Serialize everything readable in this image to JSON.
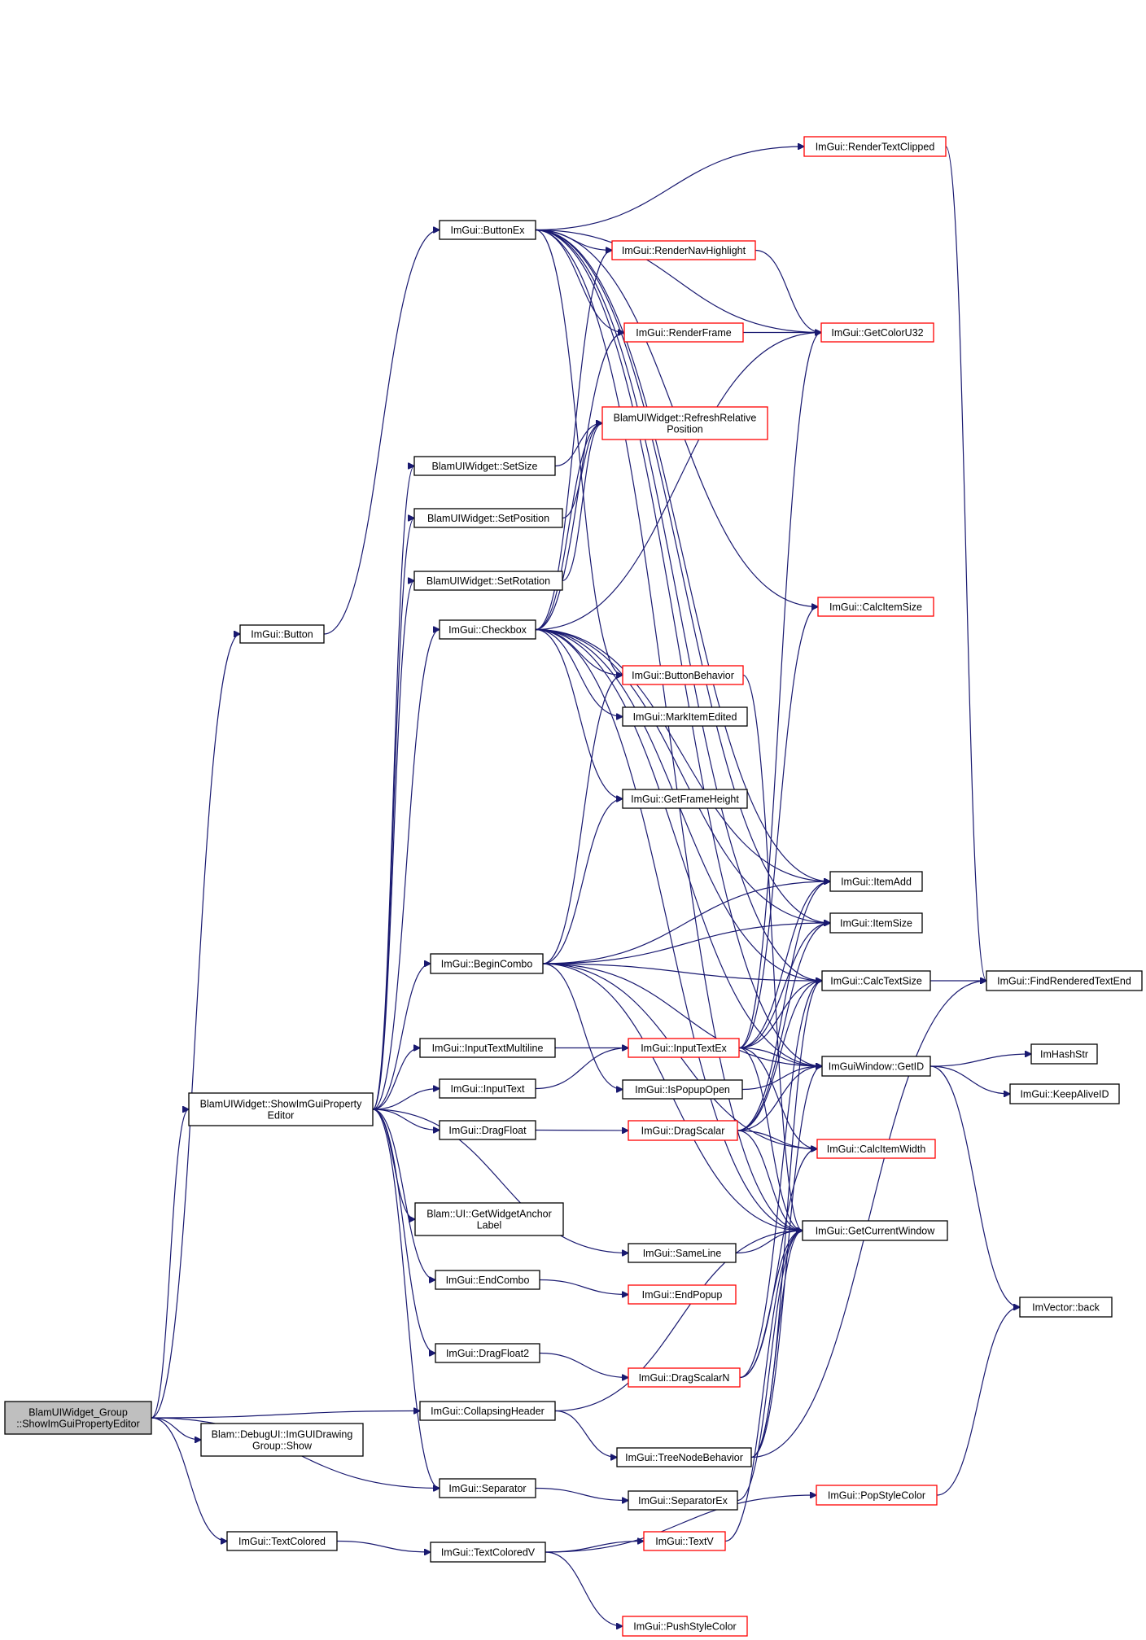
{
  "colors": {
    "edge": "#191970",
    "border_normal": "#000000",
    "border_truncated": "#ff0000",
    "fill_root": "#bfbfbf",
    "fill_normal": "#ffffff"
  },
  "nodes": {
    "root": {
      "lines": [
        "BlamUIWidget_Group",
        "::ShowImGuiPropertyEditor"
      ],
      "root": true
    },
    "show": {
      "lines": [
        "BlamUIWidget::ShowImGuiProperty",
        "Editor"
      ]
    },
    "button": {
      "lines": [
        "ImGui::Button"
      ]
    },
    "buttonex": {
      "lines": [
        "ImGui::ButtonEx"
      ]
    },
    "rendertextclipped": {
      "lines": [
        "ImGui::RenderTextClipped"
      ],
      "truncated": true
    },
    "rendernavhighlight": {
      "lines": [
        "ImGui::RenderNavHighlight"
      ],
      "truncated": true
    },
    "renderframe": {
      "lines": [
        "ImGui::RenderFrame"
      ],
      "truncated": true
    },
    "getcoloru32": {
      "lines": [
        "ImGui::GetColorU32"
      ],
      "truncated": true
    },
    "refreshrel": {
      "lines": [
        "BlamUIWidget::RefreshRelative",
        "Position"
      ],
      "truncated": true
    },
    "setsize": {
      "lines": [
        "BlamUIWidget::SetSize"
      ]
    },
    "setposition": {
      "lines": [
        "BlamUIWidget::SetPosition"
      ]
    },
    "setrotation": {
      "lines": [
        "BlamUIWidget::SetRotation"
      ]
    },
    "checkbox": {
      "lines": [
        "ImGui::Checkbox"
      ]
    },
    "calcitemsize": {
      "lines": [
        "ImGui::CalcItemSize"
      ],
      "truncated": true
    },
    "buttonbehavior": {
      "lines": [
        "ImGui::ButtonBehavior"
      ],
      "truncated": true
    },
    "markitemedited": {
      "lines": [
        "ImGui::MarkItemEdited"
      ]
    },
    "getframeheight": {
      "lines": [
        "ImGui::GetFrameHeight"
      ]
    },
    "itemadd": {
      "lines": [
        "ImGui::ItemAdd"
      ]
    },
    "itemsize": {
      "lines": [
        "ImGui::ItemSize"
      ]
    },
    "begincombo": {
      "lines": [
        "ImGui::BeginCombo"
      ]
    },
    "calctextsize": {
      "lines": [
        "ImGui::CalcTextSize"
      ]
    },
    "findrendered": {
      "lines": [
        "ImGui::FindRenderedTextEnd"
      ]
    },
    "inputtextmulti": {
      "lines": [
        "ImGui::InputTextMultiline"
      ]
    },
    "inputtextex": {
      "lines": [
        "ImGui::InputTextEx"
      ],
      "truncated": true
    },
    "getid": {
      "lines": [
        "ImGuiWindow::GetID"
      ]
    },
    "imhashstr": {
      "lines": [
        "ImHashStr"
      ]
    },
    "inputtext": {
      "lines": [
        "ImGui::InputText"
      ]
    },
    "ispopupopen": {
      "lines": [
        "ImGui::IsPopupOpen"
      ]
    },
    "keepaliveid": {
      "lines": [
        "ImGui::KeepAliveID"
      ]
    },
    "dragfloat": {
      "lines": [
        "ImGui::DragFloat"
      ]
    },
    "dragscalar": {
      "lines": [
        "ImGui::DragScalar"
      ],
      "truncated": true
    },
    "calcitemwidth": {
      "lines": [
        "ImGui::CalcItemWidth"
      ],
      "truncated": true
    },
    "getanchor": {
      "lines": [
        "Blam::UI::GetWidgetAnchor",
        "Label"
      ]
    },
    "getcurrentwindow": {
      "lines": [
        "ImGui::GetCurrentWindow"
      ]
    },
    "sameline": {
      "lines": [
        "ImGui::SameLine"
      ]
    },
    "endcombo": {
      "lines": [
        "ImGui::EndCombo"
      ]
    },
    "endpopup": {
      "lines": [
        "ImGui::EndPopup"
      ],
      "truncated": true
    },
    "vectorback": {
      "lines": [
        "ImVector::back"
      ]
    },
    "dragfloat2": {
      "lines": [
        "ImGui::DragFloat2"
      ]
    },
    "dragscalarn": {
      "lines": [
        "ImGui::DragScalarN"
      ],
      "truncated": true
    },
    "collapsing": {
      "lines": [
        "ImGui::CollapsingHeader"
      ]
    },
    "drawgroup": {
      "lines": [
        "Blam::DebugUI::ImGUIDrawing",
        "Group::Show"
      ]
    },
    "treenodebehavior": {
      "lines": [
        "ImGui::TreeNodeBehavior"
      ]
    },
    "separator": {
      "lines": [
        "ImGui::Separator"
      ]
    },
    "separatorex": {
      "lines": [
        "ImGui::SeparatorEx"
      ]
    },
    "popstylecolor": {
      "lines": [
        "ImGui::PopStyleColor"
      ],
      "truncated": true
    },
    "textcolored": {
      "lines": [
        "ImGui::TextColored"
      ]
    },
    "textcoloredv": {
      "lines": [
        "ImGui::TextColoredV"
      ]
    },
    "textv": {
      "lines": [
        "ImGui::TextV"
      ],
      "truncated": true
    },
    "pushstylecolor": {
      "lines": [
        "ImGui::PushStyleColor"
      ],
      "truncated": true
    }
  },
  "edges": [
    [
      "root",
      "button"
    ],
    [
      "root",
      "show"
    ],
    [
      "root",
      "collapsing"
    ],
    [
      "root",
      "drawgroup"
    ],
    [
      "root",
      "separator"
    ],
    [
      "root",
      "textcolored"
    ],
    [
      "button",
      "buttonex"
    ],
    [
      "buttonex",
      "rendertextclipped"
    ],
    [
      "buttonex",
      "rendernavhighlight"
    ],
    [
      "buttonex",
      "renderframe"
    ],
    [
      "buttonex",
      "getcoloru32"
    ],
    [
      "buttonex",
      "calcitemsize"
    ],
    [
      "buttonex",
      "buttonbehavior"
    ],
    [
      "buttonex",
      "itemadd"
    ],
    [
      "buttonex",
      "itemsize"
    ],
    [
      "buttonex",
      "calctextsize"
    ],
    [
      "buttonex",
      "getid"
    ],
    [
      "buttonex",
      "getcurrentwindow"
    ],
    [
      "rendertextclipped",
      "findrendered"
    ],
    [
      "rendernavhighlight",
      "getcoloru32"
    ],
    [
      "renderframe",
      "getcoloru32"
    ],
    [
      "show",
      "setsize"
    ],
    [
      "show",
      "setposition"
    ],
    [
      "show",
      "setrotation"
    ],
    [
      "show",
      "checkbox"
    ],
    [
      "show",
      "begincombo"
    ],
    [
      "show",
      "inputtextmulti"
    ],
    [
      "show",
      "inputtext"
    ],
    [
      "show",
      "dragfloat"
    ],
    [
      "show",
      "getanchor"
    ],
    [
      "show",
      "sameline"
    ],
    [
      "show",
      "endcombo"
    ],
    [
      "show",
      "dragfloat2"
    ],
    [
      "show",
      "separator"
    ],
    [
      "setsize",
      "refreshrel"
    ],
    [
      "setposition",
      "refreshrel"
    ],
    [
      "setrotation",
      "refreshrel"
    ],
    [
      "checkbox",
      "rendernavhighlight"
    ],
    [
      "checkbox",
      "renderframe"
    ],
    [
      "checkbox",
      "getcoloru32"
    ],
    [
      "checkbox",
      "refreshrel"
    ],
    [
      "checkbox",
      "buttonbehavior"
    ],
    [
      "checkbox",
      "markitemedited"
    ],
    [
      "checkbox",
      "getframeheight"
    ],
    [
      "checkbox",
      "itemadd"
    ],
    [
      "checkbox",
      "itemsize"
    ],
    [
      "checkbox",
      "calctextsize"
    ],
    [
      "checkbox",
      "getid"
    ],
    [
      "checkbox",
      "getcurrentwindow"
    ],
    [
      "buttonbehavior",
      "getcurrentwindow"
    ],
    [
      "begincombo",
      "buttonbehavior"
    ],
    [
      "begincombo",
      "getframeheight"
    ],
    [
      "begincombo",
      "itemadd"
    ],
    [
      "begincombo",
      "itemsize"
    ],
    [
      "begincombo",
      "calctextsize"
    ],
    [
      "begincombo",
      "getid"
    ],
    [
      "begincombo",
      "ispopupopen"
    ],
    [
      "begincombo",
      "calcitemwidth"
    ],
    [
      "begincombo",
      "getcurrentwindow"
    ],
    [
      "calctextsize",
      "findrendered"
    ],
    [
      "inputtextmulti",
      "inputtextex"
    ],
    [
      "inputtext",
      "inputtextex"
    ],
    [
      "inputtextex",
      "getcoloru32"
    ],
    [
      "inputtextex",
      "calcitemsize"
    ],
    [
      "inputtextex",
      "itemadd"
    ],
    [
      "inputtextex",
      "itemsize"
    ],
    [
      "inputtextex",
      "calctextsize"
    ],
    [
      "inputtextex",
      "getid"
    ],
    [
      "inputtextex",
      "calcitemwidth"
    ],
    [
      "inputtextex",
      "getcurrentwindow"
    ],
    [
      "getid",
      "imhashstr"
    ],
    [
      "getid",
      "keepaliveid"
    ],
    [
      "getid",
      "vectorback"
    ],
    [
      "ispopupopen",
      "getid"
    ],
    [
      "dragfloat",
      "dragscalar"
    ],
    [
      "dragscalar",
      "itemadd"
    ],
    [
      "dragscalar",
      "itemsize"
    ],
    [
      "dragscalar",
      "calctextsize"
    ],
    [
      "dragscalar",
      "getid"
    ],
    [
      "dragscalar",
      "calcitemwidth"
    ],
    [
      "dragscalar",
      "getcurrentwindow"
    ],
    [
      "sameline",
      "getcurrentwindow"
    ],
    [
      "endcombo",
      "endpopup"
    ],
    [
      "dragfloat2",
      "dragscalarn"
    ],
    [
      "dragscalarn",
      "calctextsize"
    ],
    [
      "dragscalarn",
      "calcitemwidth"
    ],
    [
      "dragscalarn",
      "getcurrentwindow"
    ],
    [
      "collapsing",
      "treenodebehavior"
    ],
    [
      "collapsing",
      "getcurrentwindow"
    ],
    [
      "treenodebehavior",
      "getid"
    ],
    [
      "treenodebehavior",
      "calctextsize"
    ],
    [
      "treenodebehavior",
      "getcurrentwindow"
    ],
    [
      "treenodebehavior",
      "findrendered"
    ],
    [
      "separator",
      "separatorex"
    ],
    [
      "separatorex",
      "getcurrentwindow"
    ],
    [
      "popstylecolor",
      "vectorback"
    ],
    [
      "textcolored",
      "textcoloredv"
    ],
    [
      "textcoloredv",
      "textv"
    ],
    [
      "textcoloredv",
      "popstylecolor"
    ],
    [
      "textcoloredv",
      "pushstylecolor"
    ],
    [
      "textv",
      "getcurrentwindow"
    ]
  ]
}
